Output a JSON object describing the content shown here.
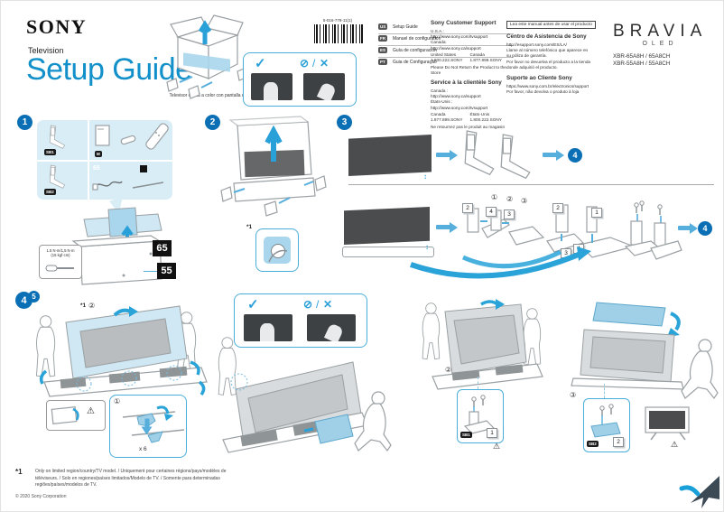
{
  "header": {
    "brand": "SONY",
    "product_line": "Television",
    "title": "Setup Guide",
    "subtitle_lines": [
      "Téléviseur",
      "Televisor digital a color con pantalla de cristal líquido",
      "Televisor"
    ],
    "part_number": "5-016-779-11(1)"
  },
  "languages": {
    "items": [
      {
        "code": "US",
        "label": "Setup Guide"
      },
      {
        "code": "FR",
        "label": "Manuel de configuration"
      },
      {
        "code": "ES",
        "label": "Guía de configuración"
      },
      {
        "code": "PT",
        "label": "Guia de Configuração"
      }
    ]
  },
  "support": {
    "english": {
      "title": "Sony Customer Support",
      "region1": "U.S.A.:",
      "url1": "http://www.sony.com/tvsupport",
      "region2": "Canada:",
      "url2": "http://www.sony.ca/support",
      "phone_col1_label": "United States",
      "phone_col2_label": "Canada",
      "phone_col1": "1.800.222.SONY",
      "phone_col2": "1.877.899.SONY",
      "note": "Please Do Not Return the Product to the Store"
    },
    "french": {
      "title": "Service à la clientèle Sony",
      "region1": "Canada :",
      "url1": "http://www.sony.ca/support",
      "region2": "États-Unis :",
      "url2": "http://www.sony.com/tvsupport",
      "phone_col1_label": "Canada",
      "phone_col2_label": "États-Unis",
      "phone_col1": "1.877.899.SONY",
      "phone_col2": "1.800.222.SONY",
      "note": "Ne retournez pas le produit au magasin"
    },
    "spanish": {
      "notice": "Lea este manual antes de usar el producto",
      "title": "Centro de Asistencia de Sony",
      "url": "http://esupport.sony.com/ES/LA/",
      "line1": "Llame al número telefónico que aparece en",
      "line2": "su póliza de garantía.",
      "line3": "Por favor no devuelva el producto a la tienda",
      "line4": "donde adquirió el producto."
    },
    "portuguese": {
      "title": "Suporte ao Cliente Sony",
      "url": "https://www.sony.com.br/electronics/support",
      "note": "Por favor, não devolva o produto à loja"
    }
  },
  "branding": {
    "logo": "BRAVIA",
    "sub_logo": "OLED",
    "models": [
      "XBR-65A8H / 65A8CH",
      "XBR-55A8H / 55A8CH"
    ]
  },
  "steps": {
    "step1": {
      "badge": "1",
      "tag_sb1": "SB1",
      "tag_sb2": "SB2",
      "tag_m": "M",
      "tag_65": "65",
      "torque1": "1.5 N·m/1,5 N·m",
      "torque2": "(15 kgf·cm)",
      "size_65": "65",
      "size_55": "55"
    },
    "step2": {
      "badge": "2",
      "fn": "*1"
    },
    "step3": {
      "badge": "3",
      "goto": "4",
      "c1": "①",
      "c2": "②",
      "c3": "③",
      "l1": "1",
      "l2": "2",
      "l3": "3",
      "l4": "4"
    },
    "step45": {
      "b4": "4",
      "b5": "5",
      "fn": "*1",
      "fn_c": "②",
      "hook_n": "①",
      "hook_x": "x 6",
      "c2": "②",
      "c3": "③",
      "tag1": "SB1",
      "tag2": "SB2",
      "l1": "1",
      "l2": "2"
    }
  },
  "glyphs": {
    "check": "✓",
    "no": "⊘",
    "slash": "/",
    "cross": "✕",
    "warn": "⚠",
    "updown": "↕"
  },
  "footer": {
    "ref": "*1",
    "footnote_lines": [
      "Only on limited region/country/TV model. / Uniquement pour certaines régions/pays/modèles de",
      "téléviseurs. / Solo en regiones/países limitados/Modelo de TV. / Somente para determinadas",
      "regiões/países/modelos de TV."
    ],
    "copyright": "© 2020 Sony Corporation"
  }
}
